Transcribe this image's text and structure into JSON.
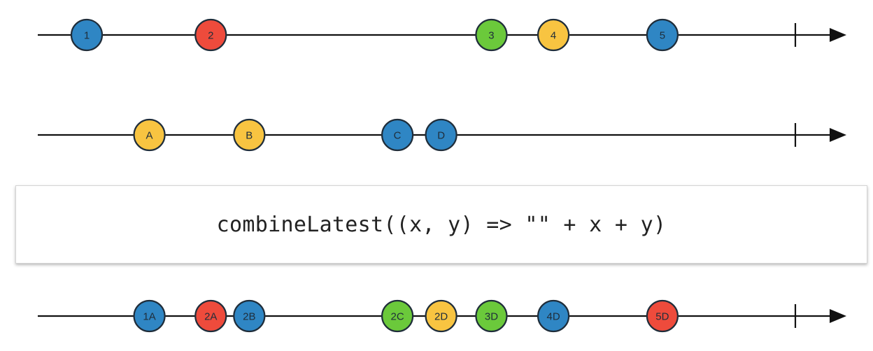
{
  "operator": {
    "label": "combineLatest((x, y) => \"\" + x + y)"
  },
  "colors": {
    "line": "#111111",
    "stroke": "#1f2d3a",
    "blue": "#2f86c4",
    "red": "#ee4b3c",
    "green": "#6bc93b",
    "yellow": "#f8c441"
  },
  "timelines": [
    {
      "id": "input-x",
      "marbles": [
        {
          "label": "1",
          "color": "blue",
          "t": 0
        },
        {
          "label": "2",
          "color": "red",
          "t": 0.19
        },
        {
          "label": "3",
          "color": "green",
          "t": 0.62
        },
        {
          "label": "4",
          "color": "yellow",
          "t": 0.715
        },
        {
          "label": "5",
          "color": "blue",
          "t": 0.882
        }
      ],
      "complete": true
    },
    {
      "id": "input-y",
      "marbles": [
        {
          "label": "A",
          "color": "yellow",
          "t": 0.096
        },
        {
          "label": "B",
          "color": "yellow",
          "t": 0.249
        },
        {
          "label": "C",
          "color": "blue",
          "t": 0.476
        },
        {
          "label": "D",
          "color": "blue",
          "t": 0.543
        }
      ],
      "complete": true
    },
    {
      "id": "output",
      "marbles": [
        {
          "label": "1A",
          "color": "blue",
          "t": 0.096
        },
        {
          "label": "2A",
          "color": "red",
          "t": 0.19
        },
        {
          "label": "2B",
          "color": "blue",
          "t": 0.249
        },
        {
          "label": "2C",
          "color": "green",
          "t": 0.476
        },
        {
          "label": "2D",
          "color": "yellow",
          "t": 0.543
        },
        {
          "label": "3D",
          "color": "green",
          "t": 0.62
        },
        {
          "label": "4D",
          "color": "blue",
          "t": 0.715
        },
        {
          "label": "5D",
          "color": "red",
          "t": 0.882
        }
      ],
      "complete": true
    }
  ]
}
